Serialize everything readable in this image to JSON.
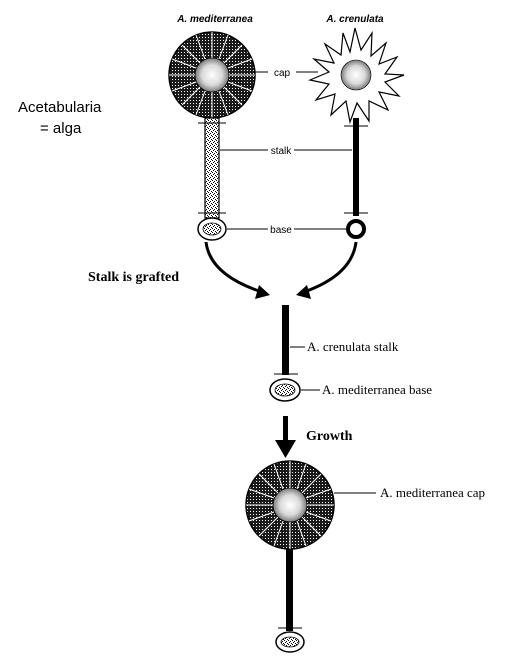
{
  "species": {
    "left": "A. mediterranea",
    "right": "A. crenulata"
  },
  "parts": {
    "cap": "cap",
    "stalk": "stalk",
    "base": "base"
  },
  "side_note": {
    "line1": "Acetabularia",
    "line2": "= alga"
  },
  "steps": {
    "graft": "Stalk is grafted",
    "growth": "Growth"
  },
  "graft_labels": {
    "stalk": "A. crenulata stalk",
    "base": "A. mediterranea base",
    "cap": "A. mediterranea cap"
  }
}
